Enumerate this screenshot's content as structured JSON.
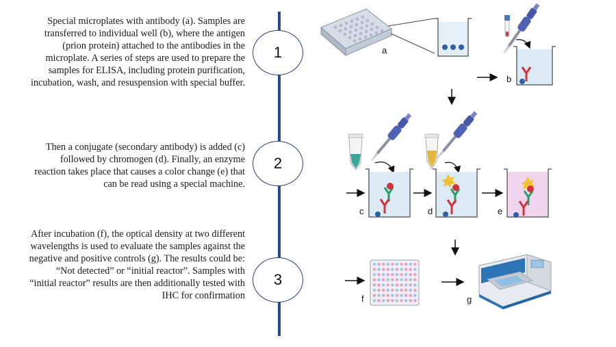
{
  "steps": [
    {
      "number": "1",
      "text": "Special microplates with antibody (a). Samples are transferred to individual well (b), where the antigen (prion protein) attached to the antibodies in the microplate. A series of steps are used to prepare the samples for ELISA, including protein purification, incubation, wash, and resuspension with special buffer."
    },
    {
      "number": "2",
      "text": "Then a conjugate (secondary antibody) is added (c) followed by chromogen (d). Finally, an enzyme reaction takes place that causes a color change (e) that can be read using a special machine."
    },
    {
      "number": "3",
      "text": "After incubation (f), the optical density at two different wavelengths is used to evaluate the samples against the negative and positive controls (g). The results could be: “Not detected” or “initial reactor”. Samples with “initial reactor” results are then additionally tested with IHC for confirmation"
    }
  ],
  "figure_labels": {
    "a": "a",
    "b": "b",
    "c": "c",
    "d": "d",
    "e": "e",
    "f": "f",
    "g": "g"
  },
  "colors": {
    "timeline": "#2b4a8c",
    "well_fill": "#dcebf5",
    "color_change_fill": "#f1d5ee",
    "antibody_green": "#2a9d6a",
    "antibody_red": "#d2333a",
    "sample_blue": "#2f5fa8",
    "pipette_blue": "#4756a8"
  }
}
